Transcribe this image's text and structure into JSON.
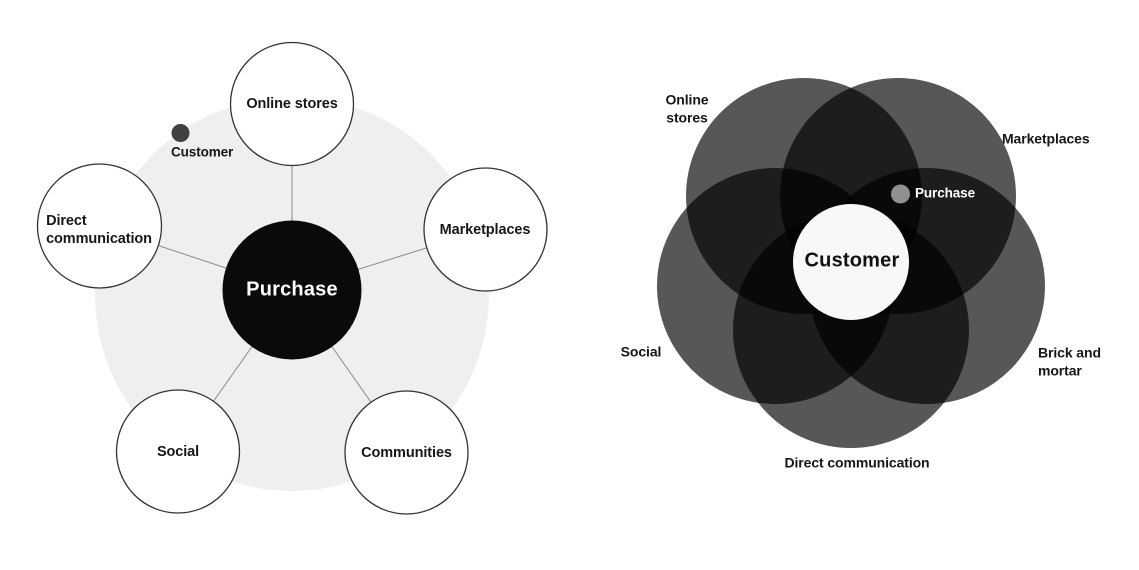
{
  "multichannel": {
    "hub_label": "Purchase",
    "customer_label": "Customer",
    "nodes": [
      {
        "id": "online-stores",
        "lines": [
          "Online stores"
        ]
      },
      {
        "id": "marketplaces",
        "lines": [
          "Marketplaces"
        ]
      },
      {
        "id": "direct-communication",
        "lines": [
          "Direct",
          "communication"
        ]
      },
      {
        "id": "social",
        "lines": [
          "Social"
        ]
      },
      {
        "id": "communities",
        "lines": [
          "Communities"
        ]
      }
    ]
  },
  "omnichannel": {
    "center_label": "Customer",
    "purchase_label": "Purchase",
    "channels": [
      {
        "id": "online-stores",
        "lines": [
          "Online",
          "stores"
        ]
      },
      {
        "id": "marketplaces",
        "lines": [
          "Marketplaces"
        ]
      },
      {
        "id": "brick-and-mortar",
        "lines": [
          "Brick and",
          "mortar"
        ]
      },
      {
        "id": "direct-communication",
        "lines": [
          "Direct communication"
        ]
      },
      {
        "id": "social",
        "lines": [
          "Social"
        ]
      }
    ]
  },
  "colors": {
    "page_background": "#ffffff",
    "halo_fill": "#efefef",
    "hub_fill": "#0a0a0a",
    "hub_text": "#ffffff",
    "node_fill": "#ffffff",
    "node_stroke": "#333333",
    "connector_stroke": "#8a8a8a",
    "customer_dot_fill": "#414141",
    "label_text": "#161616",
    "petal_fill": "#000000",
    "center_circle_fill": "#f8f8f8",
    "purchase_dot_fill": "#909090",
    "purchase_text": "#ffffff"
  }
}
